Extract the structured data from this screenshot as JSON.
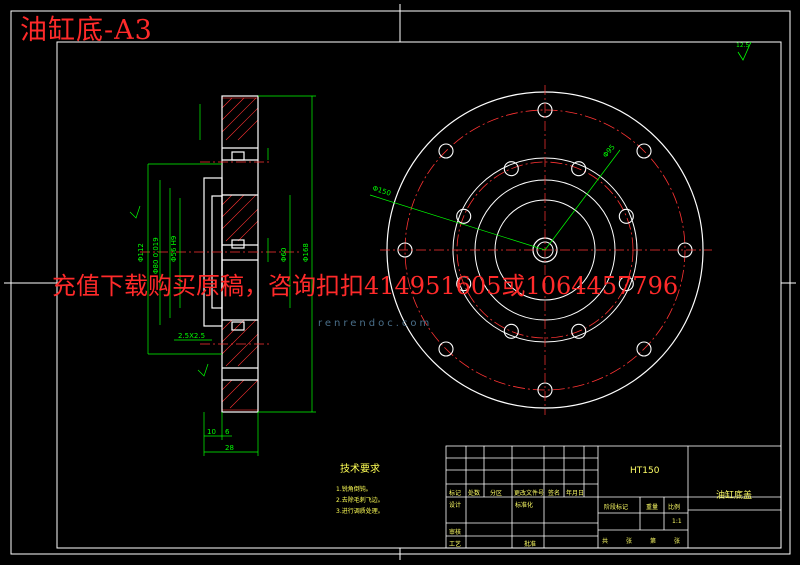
{
  "drawing_title": "油缸底-A3",
  "watermark_text": "充值下载购买原稿，咨询扣扣414951605或1064457796",
  "watermark_site": "renrendoc.com",
  "side_view_dimensions": {
    "d112": "Φ112",
    "d80": "Φ80 0.019",
    "d56": "Φ56 H9",
    "d60": "Φ60",
    "d168": "Φ168",
    "w10": "10",
    "w6": "6",
    "w28": "28",
    "chamfer": "2.5X2.5"
  },
  "front_view_dimensions": {
    "d150": "Φ150",
    "d95": "Φ95"
  },
  "roughness_mark": "12.5",
  "tech_requirements": {
    "title": "技术要求",
    "items": [
      "1.锐角倒钝。",
      "2.去除毛刺飞边。",
      "3.进行调质处理。"
    ]
  },
  "title_block": {
    "material": "HT150",
    "part_name": "油缸底盖",
    "scale": "1:1",
    "labels": [
      "标记",
      "处数",
      "分区",
      "更改文件号",
      "签名",
      "年月日",
      "设计",
      "标准化",
      "阶段标记",
      "重量",
      "比例",
      "审核",
      "工艺",
      "批准",
      "共",
      "张",
      "第",
      "张"
    ]
  },
  "colors": {
    "background": "#000000",
    "frame": "#ffffff",
    "part_outline": "#ffffff",
    "dimension": "#00ff00",
    "hatch": "#ff3333",
    "centerline": "#ff3333",
    "title_block_text": "#ffff66",
    "watermark": "#ff2a2a"
  }
}
